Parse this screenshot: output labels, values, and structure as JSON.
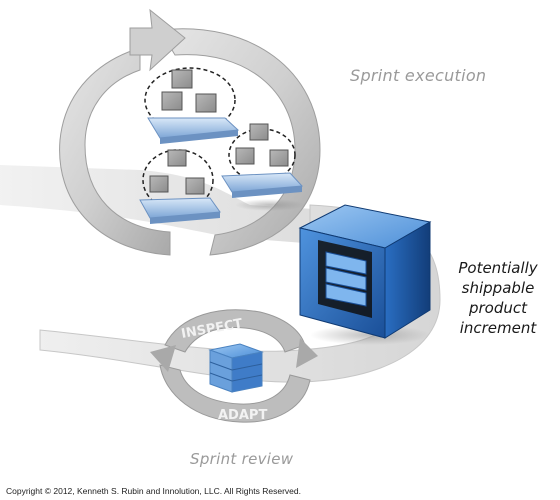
{
  "labels": {
    "sprint_execution": "Sprint execution",
    "increment_line1": "Potentially",
    "increment_line2": "shippable product",
    "increment_line3": "increment",
    "sprint_review": "Sprint review",
    "inspect": "INSPECT",
    "adapt": "ADAPT",
    "copyright": "Copyright © 2012, Kenneth S. Rubin and Innolution, LLC. All Rights Reserved."
  },
  "colors": {
    "cycle_arrow": "#c8c8c8",
    "cycle_shadow": "#a8a8a8",
    "road": "#dcdcdc",
    "tray_blue": "#8fb4de",
    "cube_grey": "#7a7a7a",
    "product_blue": "#1f64b8",
    "product_blue_light": "#5c9ce0",
    "review_ring": "#b9b9b9"
  }
}
